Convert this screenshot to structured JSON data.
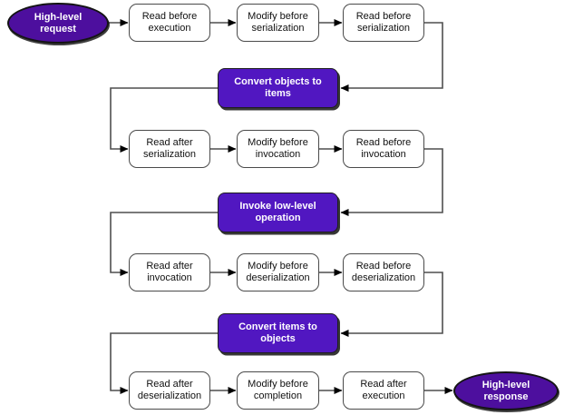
{
  "diagram": {
    "terminals": {
      "start": "High-level request",
      "end": "High-level response"
    },
    "stages": [
      "Convert objects to items",
      "Invoke low-level operation",
      "Convert items to objects"
    ],
    "steps": [
      "Read before execution",
      "Modify before serialization",
      "Read before serialization",
      "Read after serialization",
      "Modify before invocation",
      "Read before invocation",
      "Read after invocation",
      "Modify before deserialization",
      "Read before deserialization",
      "Read after deserialization",
      "Modify before completion",
      "Read after execution"
    ],
    "colors": {
      "terminal_fill": "#4D0F9E",
      "stage_fill": "#5117C1",
      "step_fill": "#FFFFFF",
      "step_border": "#4A4A4A",
      "step_text": "#111111",
      "text_on_purple": "#FFFFFF",
      "connector": "#4F4F4F"
    }
  }
}
